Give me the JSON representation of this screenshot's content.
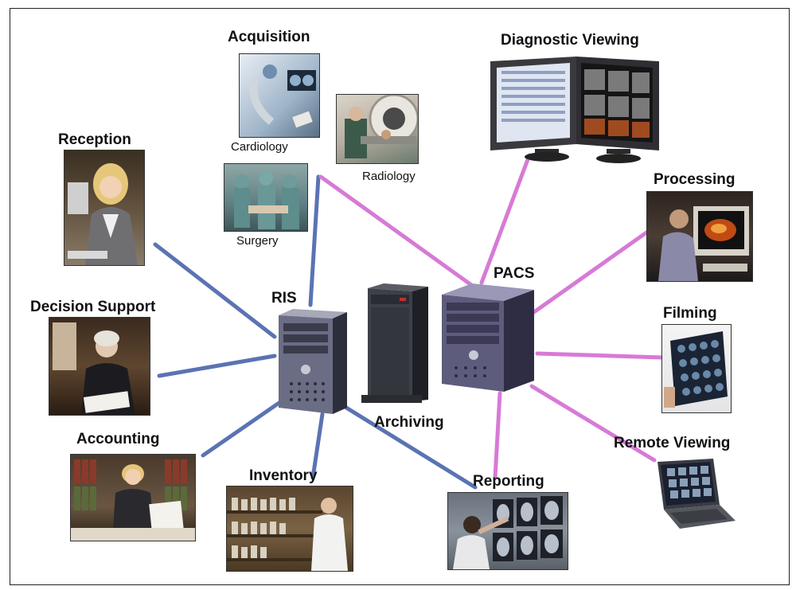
{
  "nodes": {
    "acquisition": "Acquisition",
    "cardiology": "Cardiology",
    "radiology": "Radiology",
    "surgery": "Surgery",
    "diagnostic_viewing": "Diagnostic Viewing",
    "reception": "Reception",
    "processing": "Processing",
    "pacs": "PACS",
    "ris": "RIS",
    "decision_support": "Decision Support",
    "filming": "Filming",
    "archiving": "Archiving",
    "accounting": "Accounting",
    "remote_viewing": "Remote Viewing",
    "inventory": "Inventory",
    "reporting": "Reporting"
  },
  "colors": {
    "ris_link": "#5b73b3",
    "pacs_link": "#d77ad6"
  }
}
